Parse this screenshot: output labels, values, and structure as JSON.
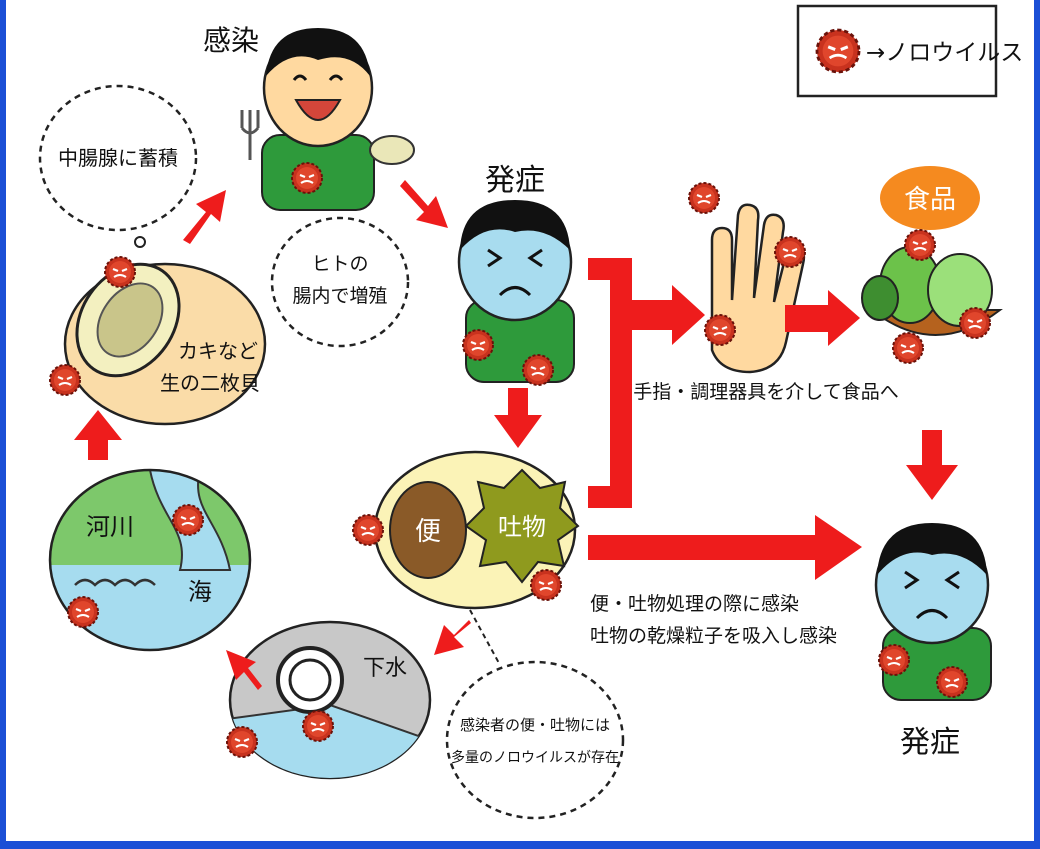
{
  "legend": {
    "label": "→ノロウイルス",
    "icon": "norovirus-icon"
  },
  "stages": {
    "infection": "感染",
    "onset_top": "発症",
    "onset_right": "発症"
  },
  "bubbles": {
    "accumulate": "中腸腺に蓄積",
    "proliferate": [
      "ヒトの",
      "腸内で増殖"
    ],
    "excretion": [
      "感染者の便・吐物には",
      "多量のノロウイルスが存在"
    ]
  },
  "labels": {
    "shellfish": [
      "カキなど",
      "生の二枚貝"
    ],
    "river": "河川",
    "sea": "海",
    "sewage": "下水",
    "feces": "便",
    "vomit": "吐物",
    "food": "食品",
    "hands_route": "手指・調理器具を介して食品へ",
    "direct_route": [
      "便・吐物処理の際に感染",
      "吐物の乾燥粒子を吸入し感染"
    ]
  },
  "colors": {
    "arrow": "#ee1c1c",
    "shirt": "#2e9a3b",
    "skin": "#ffd9a0",
    "sick_face": "#a8dcef",
    "virus": "#c8321e",
    "frame": "#1b4fd6",
    "oval_fill": "#fadca8",
    "food_badge": "#f58a1f"
  }
}
